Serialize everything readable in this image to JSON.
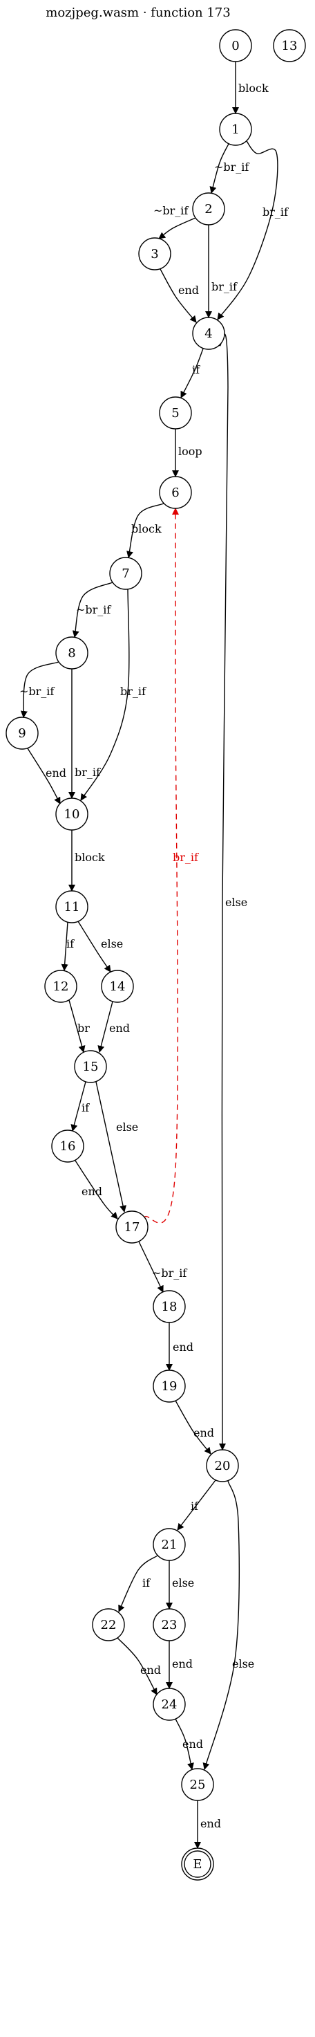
{
  "title": "mozjpeg.wasm · function 173",
  "colors": {
    "edge": "#000000",
    "back_edge": "#e00000"
  },
  "nodes": [
    "0",
    "13",
    "1",
    "2",
    "3",
    "4",
    "5",
    "6",
    "7",
    "8",
    "9",
    "10",
    "11",
    "12",
    "14",
    "15",
    "16",
    "17",
    "18",
    "19",
    "20",
    "21",
    "22",
    "23",
    "24",
    "25",
    "E"
  ],
  "edges": [
    {
      "from": "0",
      "to": "1",
      "label": "block"
    },
    {
      "from": "1",
      "to": "2",
      "label": "~br_if"
    },
    {
      "from": "1",
      "to": "4",
      "label": "br_if"
    },
    {
      "from": "2",
      "to": "3",
      "label": "~br_if"
    },
    {
      "from": "2",
      "to": "4",
      "label": "br_if"
    },
    {
      "from": "3",
      "to": "4",
      "label": "end"
    },
    {
      "from": "4",
      "to": "5",
      "label": "if"
    },
    {
      "from": "4",
      "to": "20",
      "label": "else"
    },
    {
      "from": "5",
      "to": "6",
      "label": "loop"
    },
    {
      "from": "6",
      "to": "7",
      "label": "block"
    },
    {
      "from": "7",
      "to": "8",
      "label": "~br_if"
    },
    {
      "from": "7",
      "to": "10",
      "label": "br_if"
    },
    {
      "from": "8",
      "to": "9",
      "label": "~br_if"
    },
    {
      "from": "8",
      "to": "10",
      "label": "br_if"
    },
    {
      "from": "9",
      "to": "10",
      "label": "end"
    },
    {
      "from": "10",
      "to": "11",
      "label": "block"
    },
    {
      "from": "11",
      "to": "12",
      "label": "if"
    },
    {
      "from": "11",
      "to": "14",
      "label": "else"
    },
    {
      "from": "12",
      "to": "15",
      "label": "br"
    },
    {
      "from": "14",
      "to": "15",
      "label": "end"
    },
    {
      "from": "15",
      "to": "16",
      "label": "if"
    },
    {
      "from": "15",
      "to": "17",
      "label": "else"
    },
    {
      "from": "16",
      "to": "17",
      "label": "end"
    },
    {
      "from": "17",
      "to": "6",
      "label": "br_if"
    },
    {
      "from": "17",
      "to": "18",
      "label": "~br_if"
    },
    {
      "from": "18",
      "to": "19",
      "label": "end"
    },
    {
      "from": "19",
      "to": "20",
      "label": "end"
    },
    {
      "from": "20",
      "to": "21",
      "label": "if"
    },
    {
      "from": "20",
      "to": "25",
      "label": "else"
    },
    {
      "from": "21",
      "to": "22",
      "label": "if"
    },
    {
      "from": "21",
      "to": "23",
      "label": "else"
    },
    {
      "from": "22",
      "to": "24",
      "label": "end"
    },
    {
      "from": "23",
      "to": "24",
      "label": "end"
    },
    {
      "from": "24",
      "to": "25",
      "label": "end"
    },
    {
      "from": "25",
      "to": "E",
      "label": "end"
    }
  ]
}
